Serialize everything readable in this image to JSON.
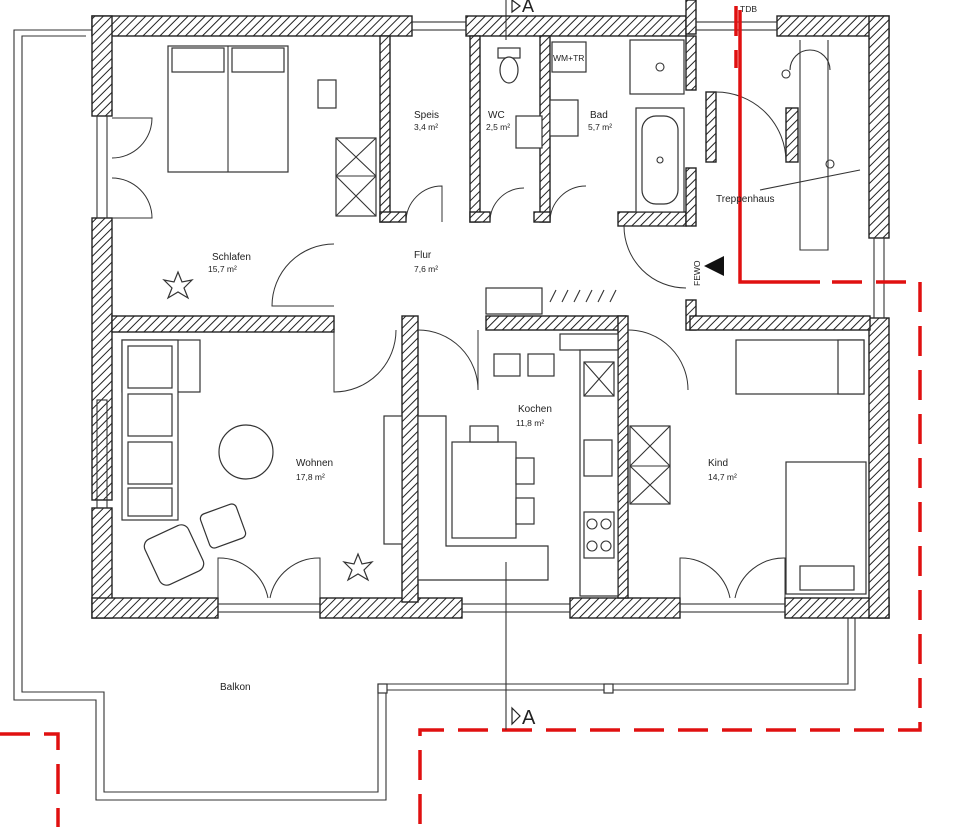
{
  "rooms": [
    {
      "name": "Schlafen",
      "area": "15,7 m²"
    },
    {
      "name": "Speis",
      "area": "3,4 m²"
    },
    {
      "name": "WC",
      "area": "2,5 m²"
    },
    {
      "name": "Bad",
      "area": "5,7 m²"
    },
    {
      "name": "Treppenhaus",
      "area": ""
    },
    {
      "name": "Flur",
      "area": "7,6 m²"
    },
    {
      "name": "Wohnen",
      "area": "17,8 m²"
    },
    {
      "name": "Kochen",
      "area": "11,8 m²"
    },
    {
      "name": "Kind",
      "area": "14,7 m²"
    },
    {
      "name": "Balkon",
      "area": ""
    }
  ],
  "section_marks": {
    "top": "A",
    "bottom": "A"
  },
  "labels": {
    "fewo": "FEWO",
    "wmtr": "WM+TR",
    "tdb": "TDB"
  },
  "colors": {
    "wall_hatch": "#222222",
    "boundary": "#e01010"
  }
}
